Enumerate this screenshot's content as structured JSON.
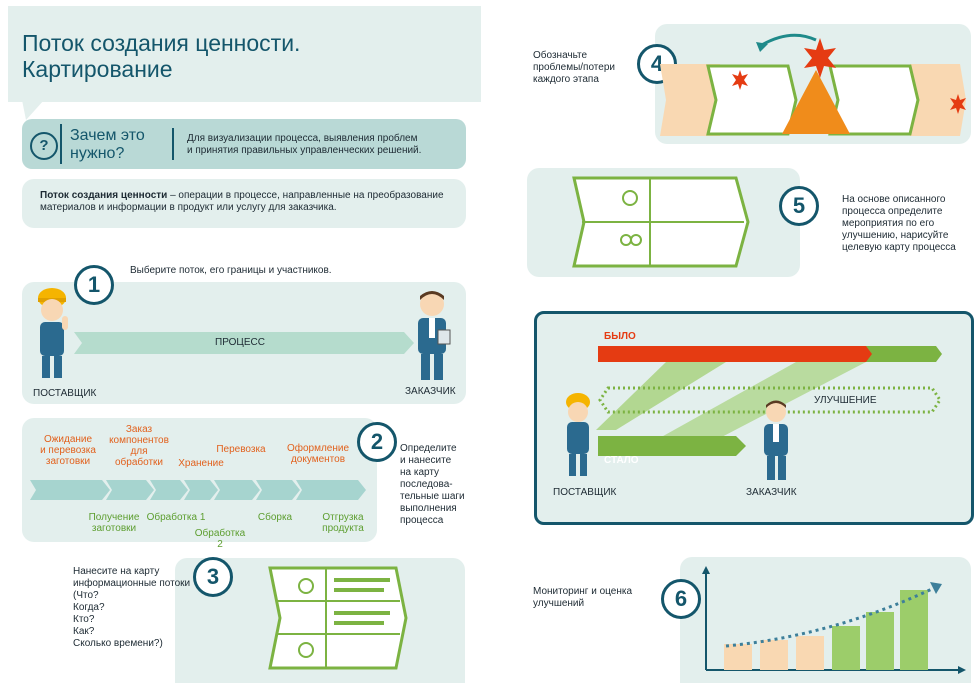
{
  "title": "Поток создания ценности.\nКартирование",
  "why": {
    "heading": "Зачем это\nнужно?",
    "text": "Для визуализации процесса, выявления проблем\nи принятия правильных управленческих решений."
  },
  "definition": {
    "term": "Поток создания ценности",
    "text": " – операции в процессе, направленные на преобразование материалов и информации в продукт или услугу для заказчика."
  },
  "step1": {
    "num": "1",
    "text": "Выберите поток, его границы и участников.",
    "process": "ПРОЦЕСС",
    "supplier": "ПОСТАВЩИК",
    "customer": "ЗАКАЗЧИК"
  },
  "step2": {
    "num": "2",
    "text": "Определите\nи нанесите\nна карту\nпоследова-\nтельные шаги\nвыполнения\nпроцесса",
    "top_labels": [
      "Ожидание\nи перевозка\nзаготовки",
      "Заказ\nкомпонентов\nдля\nобработки",
      "Хранение",
      "Перевозка",
      "Оформление\nдокументов"
    ],
    "bottom_labels": [
      "Получение\nзаготовки",
      "Обработка 1",
      "Обработка 2",
      "Сборка",
      "Отгрузка\nпродукта"
    ]
  },
  "step3": {
    "num": "3",
    "text": "Нанесите на карту\nинформационные потоки\n(Что?\nКогда?\nКто?\nКак?\nСколько времени?)"
  },
  "step4": {
    "num": "4",
    "text": "Обозначьте\nпроблемы/потери\nкаждого этапа"
  },
  "step5": {
    "num": "5",
    "text": "На основе описанного\nпроцесса определите\nмероприятия по его\nулучшению, нарисуйте\nцелевую карту процесса"
  },
  "improvement": {
    "was": "БЫЛО",
    "became": "СТАЛО",
    "middle": "УЛУЧШЕНИЕ",
    "supplier": "ПОСТАВЩИК",
    "customer": "ЗАКАЗЧИК"
  },
  "step6": {
    "num": "6",
    "text": "Мониторинг и оценка\nулучшений"
  },
  "colors": {
    "teal": "#14566b",
    "green": "#7cb342",
    "orange": "#e2611d",
    "red": "#e53b12",
    "panel": "#e3efed"
  }
}
